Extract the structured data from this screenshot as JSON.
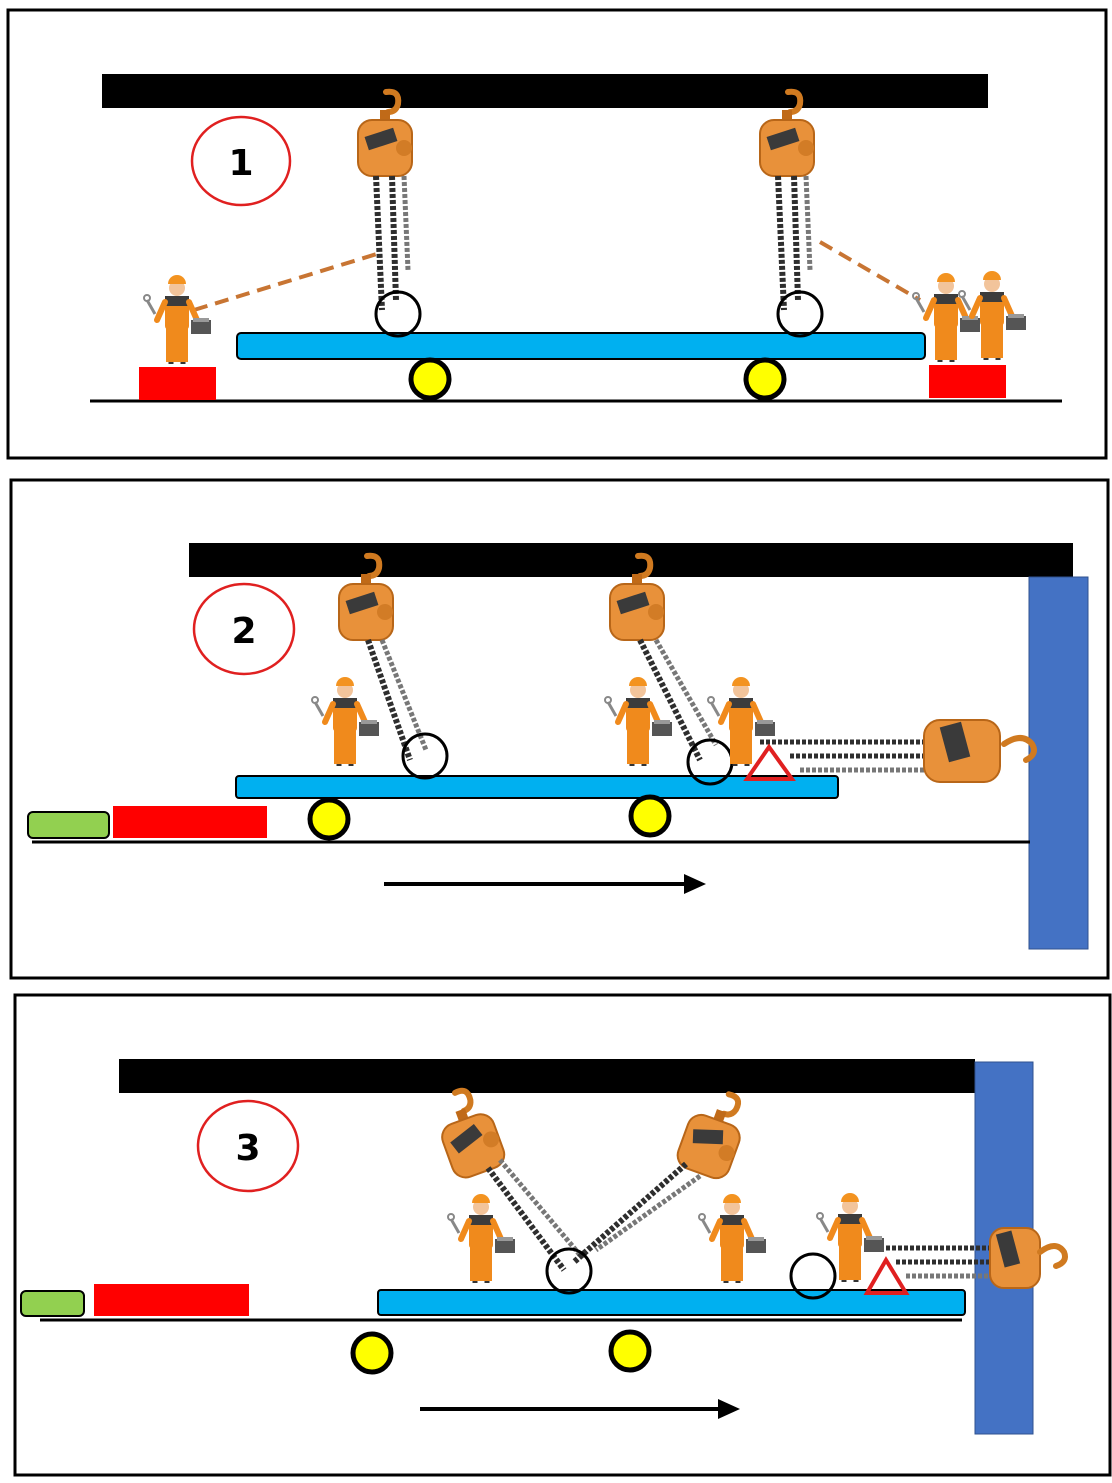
{
  "steps": [
    {
      "number": "1"
    },
    {
      "number": "2"
    },
    {
      "number": "3"
    }
  ],
  "colors": {
    "beam": "#000000",
    "platform": "#00b0f0",
    "wheel": "#ffff00",
    "block": "#ff0000",
    "green_block": "#92d050",
    "wall": "#4472c4",
    "hoist": "#e8913a",
    "marker": "#e52b2b"
  },
  "icons": [
    "chain-hoist-icon",
    "worker-icon",
    "direction-arrow-icon",
    "warning-triangle-icon",
    "hook-point-circle-icon"
  ]
}
